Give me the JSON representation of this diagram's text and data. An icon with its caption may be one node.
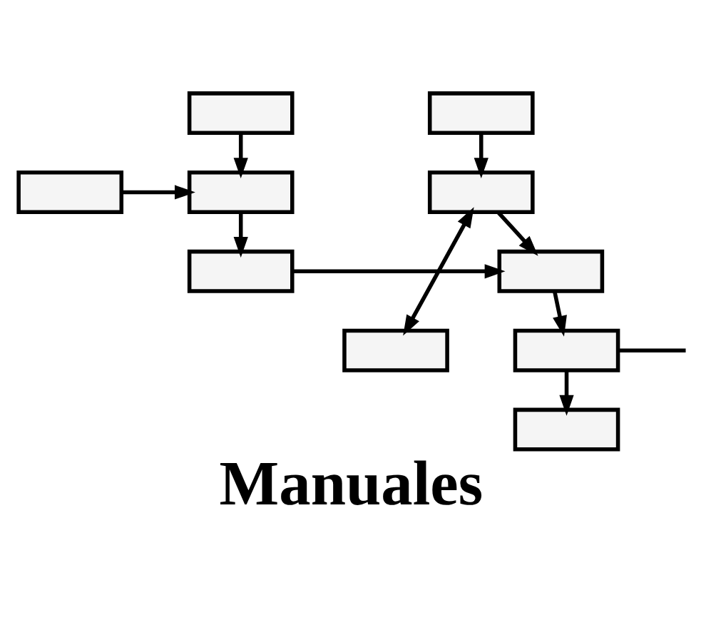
{
  "diagram": {
    "caption": "Manuales",
    "nodes": [
      {
        "text": [],
        "shape": "box"
      },
      {
        "text": [],
        "shape": "box"
      },
      {
        "text": [],
        "shape": "box"
      },
      {
        "text": [],
        "shape": "box"
      },
      {
        "text": [],
        "shape": "box"
      },
      {
        "text": [],
        "shape": "box"
      },
      {
        "text": [],
        "shape": "box"
      },
      {
        "text": [],
        "shape": "box"
      },
      {
        "text": [],
        "shape": "box"
      },
      {
        "text": [],
        "shape": "box"
      }
    ],
    "edges": [
      {
        "from": 0,
        "to": 1,
        "arrow": "to"
      },
      {
        "from": 1,
        "to": 3,
        "arrow": "to"
      },
      {
        "from": 1,
        "to": 2,
        "arrow": "both"
      },
      {
        "from": 4,
        "to": 5,
        "arrow": "to"
      },
      {
        "from": 6,
        "to": 5,
        "arrow": "to"
      },
      {
        "from": 5,
        "to": 7,
        "arrow": "to"
      },
      {
        "from": 7,
        "to": 3,
        "arrow": "to"
      },
      {
        "from": 3,
        "to": 8,
        "arrow": "to"
      },
      {
        "from": 8,
        "to": 9,
        "arrow": "to"
      },
      {
        "from": 8,
        "to": null,
        "arrow": "none"
      }
    ]
  }
}
